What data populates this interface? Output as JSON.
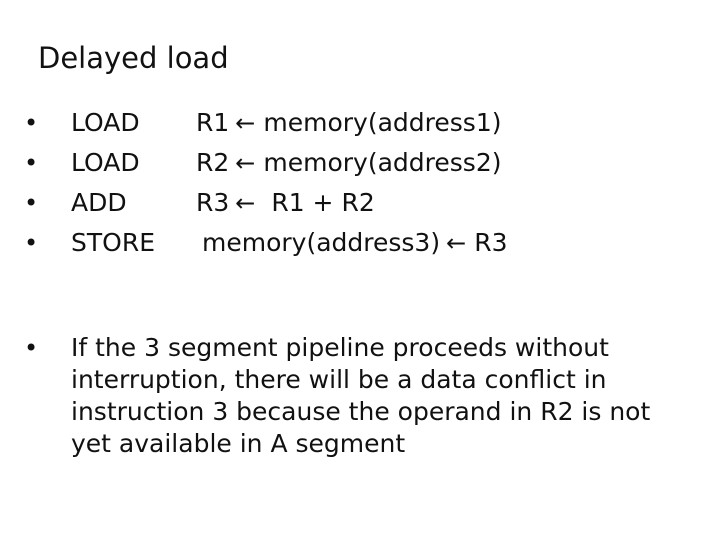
{
  "slide": {
    "title": "Delayed load",
    "bullet_glyph": "•",
    "arrow_icon": "left-arrow-icon",
    "instructions": [
      {
        "op": "LOAD",
        "left": "R1",
        "arrow": "←",
        "right": "memory(address1)"
      },
      {
        "op": "LOAD",
        "left": "R2",
        "arrow": "←",
        "right": "memory(address2)"
      },
      {
        "op": "ADD",
        "left": "R3",
        "arrow": "←",
        "right": " R1 + R2"
      },
      {
        "op": "STORE",
        "left": "memory(address3)",
        "arrow": "←",
        "right": "R3"
      }
    ],
    "note": "If the 3 segment pipeline proceeds without interruption, there will be a data conflict in instruction 3 because the operand in R2 is not yet available in A segment"
  }
}
